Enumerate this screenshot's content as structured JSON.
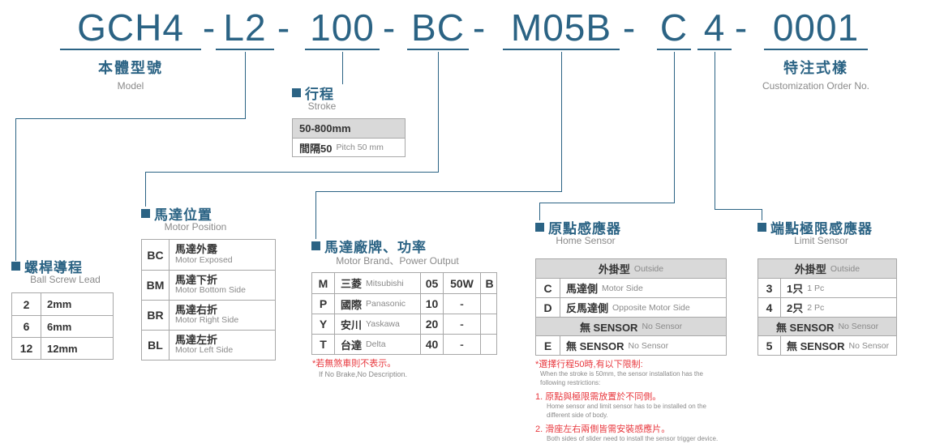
{
  "colors": {
    "accent": "#2b6384",
    "red": "#e8373d",
    "header_bg": "#d9d9d9",
    "border": "#a8a8a8",
    "text_dark": "#333333",
    "text_gray": "#8a8a8a"
  },
  "title": {
    "separator": "-",
    "segments": [
      "GCH4",
      "L2",
      "100",
      "BC",
      "M05B",
      "C",
      "4",
      "0001"
    ]
  },
  "model": {
    "zh": "本體型號",
    "en": "Model"
  },
  "customization": {
    "zh": "特注式樣",
    "en": "Customization Order No."
  },
  "stroke": {
    "zh": "行程",
    "en": "Stroke",
    "range": "50-800mm",
    "pitch_zh": "間隔50",
    "pitch_en": "Pitch 50 mm"
  },
  "ball_screw_lead": {
    "zh": "螺桿導程",
    "en": "Ball Screw Lead",
    "rows": [
      {
        "code": "2",
        "value": "2mm"
      },
      {
        "code": "6",
        "value": "6mm"
      },
      {
        "code": "12",
        "value": "12mm"
      }
    ]
  },
  "motor_position": {
    "zh": "馬達位置",
    "en": "Motor Position",
    "rows": [
      {
        "code": "BC",
        "zh": "馬達外露",
        "en": "Motor Exposed"
      },
      {
        "code": "BM",
        "zh": "馬達下折",
        "en": "Motor Bottom Side"
      },
      {
        "code": "BR",
        "zh": "馬達右折",
        "en": "Motor Right Side"
      },
      {
        "code": "BL",
        "zh": "馬達左折",
        "en": "Motor Left Side"
      }
    ]
  },
  "motor_brand": {
    "zh": "馬達廠牌、功率",
    "en": "Motor Brand、Power Output",
    "rows": [
      {
        "code": "M",
        "brand_zh": "三菱",
        "brand_en": "Mitsubishi",
        "power_code": "05",
        "power": "50W",
        "brake": "B"
      },
      {
        "code": "P",
        "brand_zh": "國際",
        "brand_en": "Panasonic",
        "power_code": "10",
        "power": "-",
        "brake": ""
      },
      {
        "code": "Y",
        "brand_zh": "安川",
        "brand_en": "Yaskawa",
        "power_code": "20",
        "power": "-",
        "brake": ""
      },
      {
        "code": "T",
        "brand_zh": "台達",
        "brand_en": "Delta",
        "power_code": "40",
        "power": "-",
        "brake": ""
      }
    ],
    "note_zh": "*若無煞車則不表示。",
    "note_en": "If No Brake,No Description."
  },
  "home_sensor": {
    "zh": "原點感應器",
    "en": "Home Sensor",
    "group1_zh": "外掛型",
    "group1_en": "Outside",
    "rows": [
      {
        "code": "C",
        "zh": "馬達側",
        "en": "Motor Side"
      },
      {
        "code": "D",
        "zh": "反馬達側",
        "en": "Opposite Motor Side"
      }
    ],
    "group2_zh": "無 SENSOR",
    "group2_en": "No Sensor",
    "rows2": [
      {
        "code": "E",
        "zh": "無 SENSOR",
        "en": "No Sensor"
      }
    ]
  },
  "limit_sensor": {
    "zh": "端點極限感應器",
    "en": "Limit Sensor",
    "group1_zh": "外掛型",
    "group1_en": "Outside",
    "rows": [
      {
        "code": "3",
        "zh": "1只",
        "en": "1 Pc"
      },
      {
        "code": "4",
        "zh": "2只",
        "en": "2 Pc"
      }
    ],
    "group2_zh": "無 SENSOR",
    "group2_en": "No Sensor",
    "rows2": [
      {
        "code": "5",
        "zh": "無 SENSOR",
        "en": "No Sensor"
      }
    ]
  },
  "restrictions": {
    "title_zh": "*選擇行程50時,有以下限制:",
    "title_en": "When the stroke is 50mm, the sensor installation has the following restrictions:",
    "items": [
      {
        "zh": "1. 原點與極限需放置於不同側。",
        "en": "Home sensor and limit sensor has to be installed on the different side of body."
      },
      {
        "zh": "2. 滑座左右兩側皆需安裝感應片。",
        "en": "Both sides of slider need to install the sensor trigger device."
      }
    ]
  }
}
